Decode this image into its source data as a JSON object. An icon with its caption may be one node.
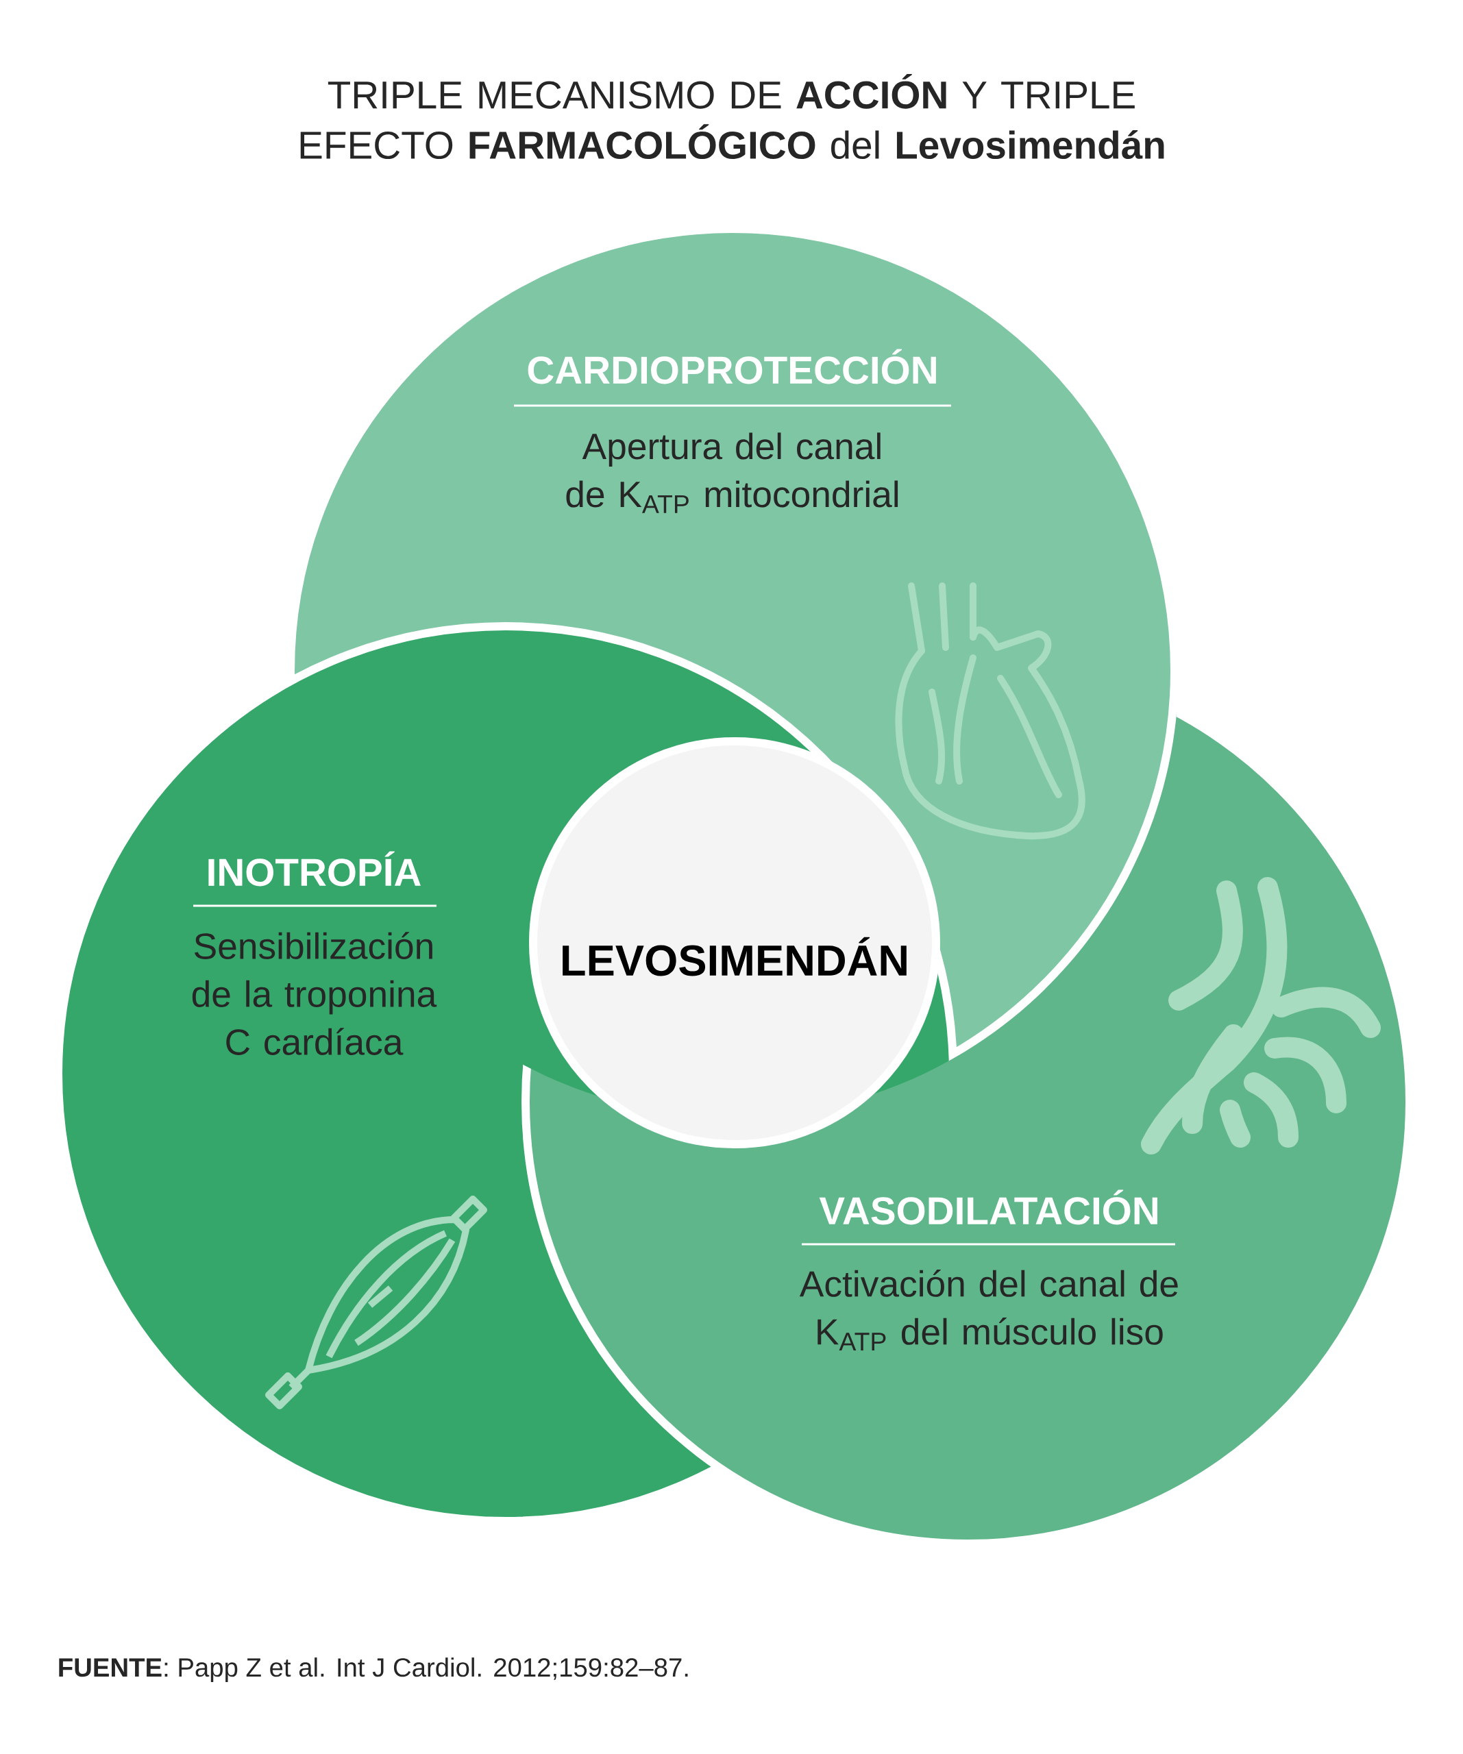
{
  "diagram": {
    "title": "TRIPLE MECANISMO DE **ACCIÓN** Y TRIPLE EFECTO **FARMACOLÓGICO** del **Levosimendán**",
    "nodes": [
      {
        "text": [
          "CARDIOPROTECCIÓN",
          "Apertura del canal de K$_{ATP}$ mitocondrial"
        ]
      },
      {
        "text": [
          "INOTROPÍA",
          "Sensibilización de la troponina C cardíaca"
        ]
      },
      {
        "text": [
          "LEVOSIMENDÁN"
        ]
      },
      {
        "text": [
          "VASODILATACIÓN",
          "Activación del canal de K$_{ATP}$ del músculo liso"
        ]
      }
    ],
    "labels": [
      "**FUENTE**: Papp Z et al. Int J Cardiol. 2012;159:82–87."
    ]
  }
}
